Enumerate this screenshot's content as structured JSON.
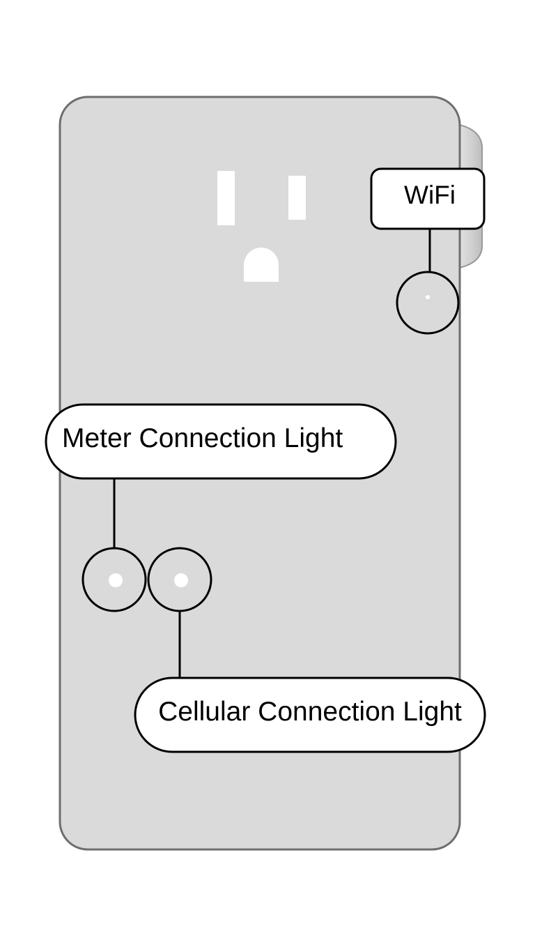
{
  "diagram": {
    "subject": "smart plug device (front view)",
    "colors": {
      "device_body": "#dadada",
      "device_outline": "#6e6e6e",
      "side_button": "#d2d2d2",
      "outlet_holes": "#ffffff",
      "callout_fill": "#ffffff",
      "callout_stroke": "#000000",
      "led_dot": "#ffffff"
    },
    "outlet": {
      "icon": "power-outlet-icon"
    },
    "callouts": [
      {
        "id": "wifi",
        "label": "WiFi",
        "target": "wifi-indicator-light"
      },
      {
        "id": "meter",
        "label": "Meter Connection Light",
        "target": "meter-connection-light"
      },
      {
        "id": "cellular",
        "label": "Cellular Connection Light",
        "target": "cellular-connection-light"
      }
    ]
  }
}
